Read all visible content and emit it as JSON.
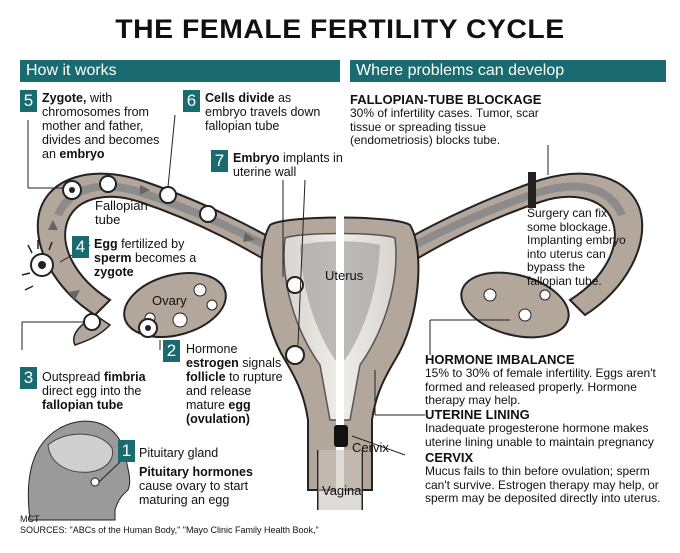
{
  "title": "THE FEMALE FERTILITY CYCLE",
  "sections": {
    "left": "How it works",
    "right": "Where problems can develop"
  },
  "steps": [
    {
      "n": "1",
      "line1": "Pituitary gland",
      "bold": "Pituitary hormones",
      "rest": "cause ovary to start maturing an egg"
    },
    {
      "n": "2",
      "pre": "Hormone",
      "bold1": "estrogen",
      "mid": "signals",
      "bold2": "follicle",
      "rest": "to rupture and release mature",
      "bold3": "egg (ovulation)"
    },
    {
      "n": "3",
      "pre": "Outspread",
      "bold1": "fimbria",
      "mid": "direct egg into the",
      "bold2": "fallopian tube"
    },
    {
      "n": "4",
      "bold1": "Egg",
      "mid": "fertilized by",
      "bold2": "sperm",
      "rest": "becomes a",
      "bold3": "zygote"
    },
    {
      "n": "5",
      "bold1": "Zygote,",
      "mid": "with chromosomes from mother and father, divides and becomes an",
      "bold2": "embryo"
    },
    {
      "n": "6",
      "bold1": "Cells divide",
      "mid": "as embryo travels down fallopian tube"
    },
    {
      "n": "7",
      "bold1": "Embryo",
      "mid": "implants in uterine wall"
    }
  ],
  "labels": {
    "fallopian": "Fallopian tube",
    "ovary": "Ovary",
    "uterus": "Uterus",
    "cervix": "Cervix",
    "vagina": "Vagina"
  },
  "problems": [
    {
      "head": "FALLOPIAN-TUBE BLOCKAGE",
      "text": "30% of infertility cases. Tumor, scar tissue or spreading tissue (endometriosis) blocks tube."
    },
    {
      "head": "HORMONE IMBALANCE",
      "text": "15% to 30% of female infertility. Eggs aren't formed and released properly. Hormone therapy may help."
    },
    {
      "head": "UTERINE LINING",
      "text": "Inadequate progesterone hormone makes uterine lining unable to maintain pregnancy"
    },
    {
      "head": "CERVIX",
      "text": "Mucus fails to thin before ovulation; sperm can't survive. Estrogen therapy may help, or sperm may be deposited directly into uterus."
    }
  ],
  "surgery_note": "Surgery can fix some blockage. Implanting embryo into uterus can bypass the fallopian tube.",
  "credit": "MCT",
  "sources": "SOURCES: \"ABCs of the Human Body,\" \"Mayo Clinic Family Health Book,\"",
  "colors": {
    "accent": "#196b6f",
    "tissue": "#b3a79b",
    "lining": "#8c8c8c",
    "dark": "#222222"
  }
}
